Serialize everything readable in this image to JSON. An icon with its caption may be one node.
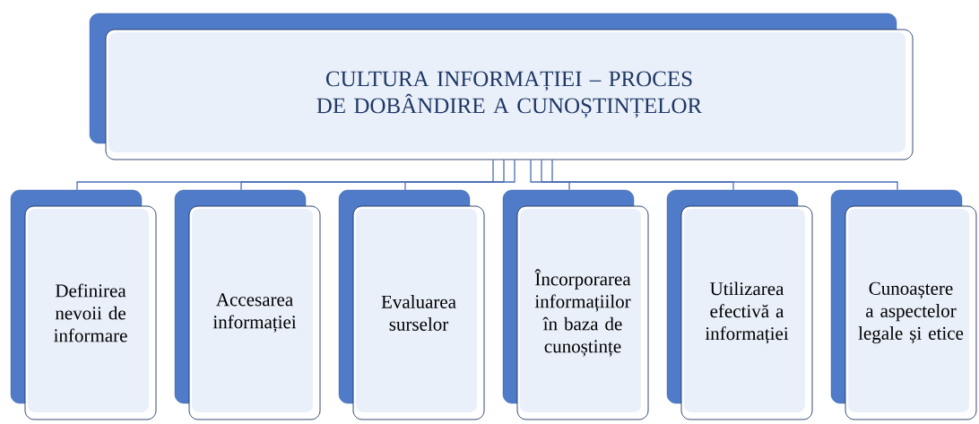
{
  "diagram": {
    "nodes": [
      {
        "text": [
          "CULTURA INFORMAȚIEI – PROCES DE DOBÂNDIRE A CUNOȘTINȚELOR"
        ]
      },
      {
        "text": [
          "Definirea nevoii de informare"
        ]
      },
      {
        "text": [
          "Accesarea informației"
        ]
      },
      {
        "text": [
          "Evaluarea surselor"
        ]
      },
      {
        "text": [
          "Încorporarea informațiilor în baza de cunoștințe"
        ]
      },
      {
        "text": [
          "Utilizarea efectivă a informației"
        ]
      },
      {
        "text": [
          "Cunoaștere a aspectelor legale și etice"
        ]
      }
    ],
    "edges": [
      {
        "from": 0,
        "to": 1,
        "arrow": "none"
      },
      {
        "from": 0,
        "to": 2,
        "arrow": "none"
      },
      {
        "from": 0,
        "to": 3,
        "arrow": "none"
      },
      {
        "from": 0,
        "to": 4,
        "arrow": "none"
      },
      {
        "from": 0,
        "to": 5,
        "arrow": "none"
      },
      {
        "from": 0,
        "to": 6,
        "arrow": "none"
      }
    ]
  }
}
